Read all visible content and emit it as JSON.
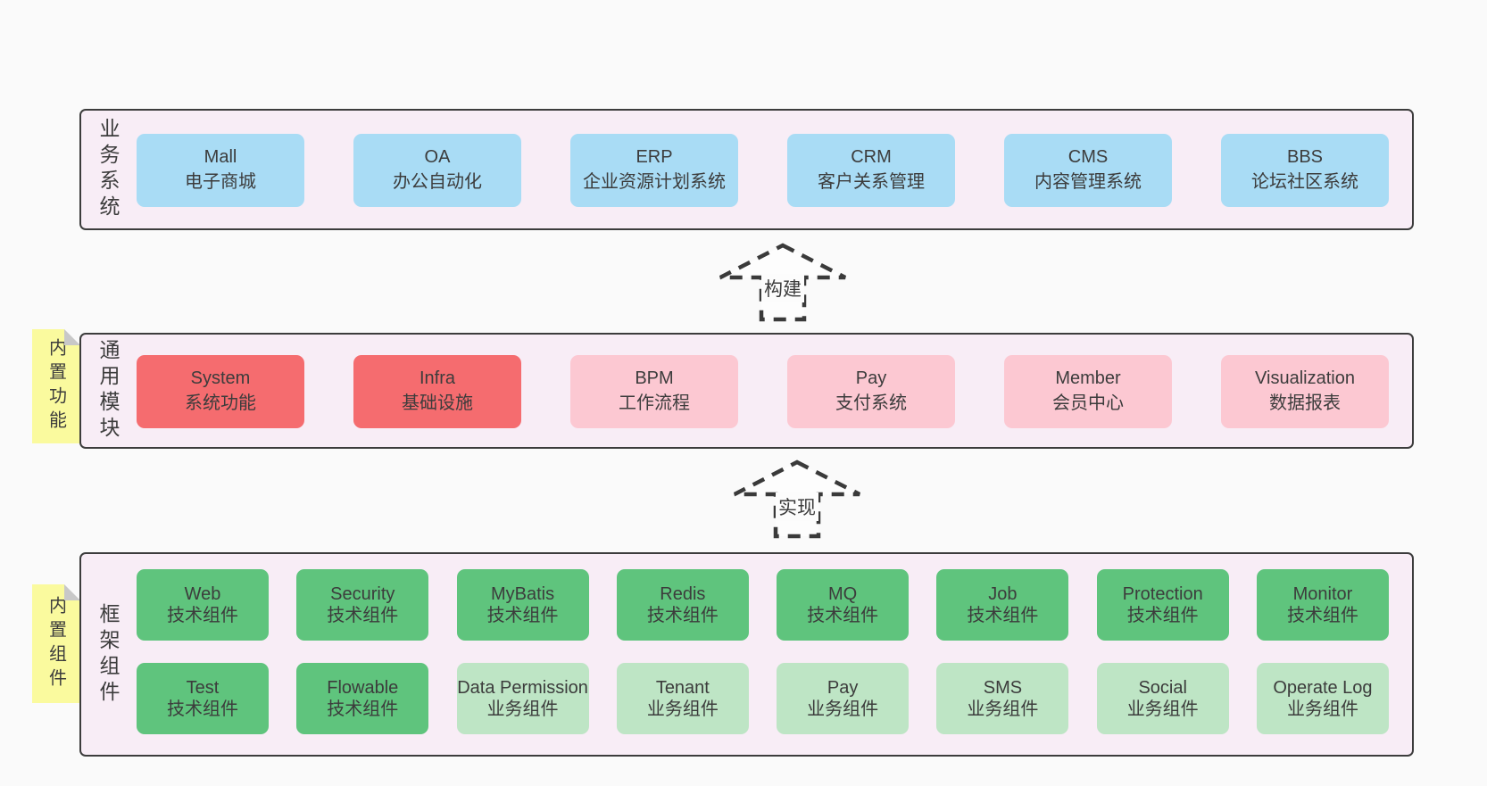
{
  "colors": {
    "page_bg": "#FAFAFA",
    "container_bg": "#F8EDF6",
    "container_border": "#3C3C3C",
    "blue_box": "#A9DCF5",
    "red_box": "#F56C6F",
    "pink_box": "#FCC8D2",
    "green_box": "#5FC47D",
    "light_green_box": "#BEE5C5",
    "sticky_note": "#FAFA9E",
    "note_fold": "#C8C8C8",
    "text": "#3C3C3C"
  },
  "layers": {
    "business": {
      "label": "业务系统",
      "boxes": [
        {
          "title": "Mall",
          "subtitle": "电子商城"
        },
        {
          "title": "OA",
          "subtitle": "办公自动化"
        },
        {
          "title": "ERP",
          "subtitle": "企业资源计划系统"
        },
        {
          "title": "CRM",
          "subtitle": "客户关系管理"
        },
        {
          "title": "CMS",
          "subtitle": "内容管理系统"
        },
        {
          "title": "BBS",
          "subtitle": "论坛社区系统"
        }
      ]
    },
    "modules": {
      "label": "通用模块",
      "note": "内置功能",
      "boxes": [
        {
          "title": "System",
          "subtitle": "系统功能"
        },
        {
          "title": "Infra",
          "subtitle": "基础设施"
        },
        {
          "title": "BPM",
          "subtitle": "工作流程"
        },
        {
          "title": "Pay",
          "subtitle": "支付系统"
        },
        {
          "title": "Member",
          "subtitle": "会员中心"
        },
        {
          "title": "Visualization",
          "subtitle": "数据报表"
        }
      ]
    },
    "components": {
      "label": "框架组件",
      "note": "内置组件",
      "row1": [
        {
          "title": "Web",
          "subtitle": "技术组件"
        },
        {
          "title": "Security",
          "subtitle": "技术组件"
        },
        {
          "title": "MyBatis",
          "subtitle": "技术组件"
        },
        {
          "title": "Redis",
          "subtitle": "技术组件"
        },
        {
          "title": "MQ",
          "subtitle": "技术组件"
        },
        {
          "title": "Job",
          "subtitle": "技术组件"
        },
        {
          "title": "Protection",
          "subtitle": "技术组件"
        },
        {
          "title": "Monitor",
          "subtitle": "技术组件"
        }
      ],
      "row2": [
        {
          "title": "Test",
          "subtitle": "技术组件"
        },
        {
          "title": "Flowable",
          "subtitle": "技术组件"
        },
        {
          "title": "Data Permission",
          "subtitle": "业务组件"
        },
        {
          "title": "Tenant",
          "subtitle": "业务组件"
        },
        {
          "title": "Pay",
          "subtitle": "业务组件"
        },
        {
          "title": "SMS",
          "subtitle": "业务组件"
        },
        {
          "title": "Social",
          "subtitle": "业务组件"
        },
        {
          "title": "Operate Log",
          "subtitle": "业务组件"
        }
      ]
    }
  },
  "arrows": {
    "build": {
      "label": "构建"
    },
    "implement": {
      "label": "实现"
    }
  }
}
